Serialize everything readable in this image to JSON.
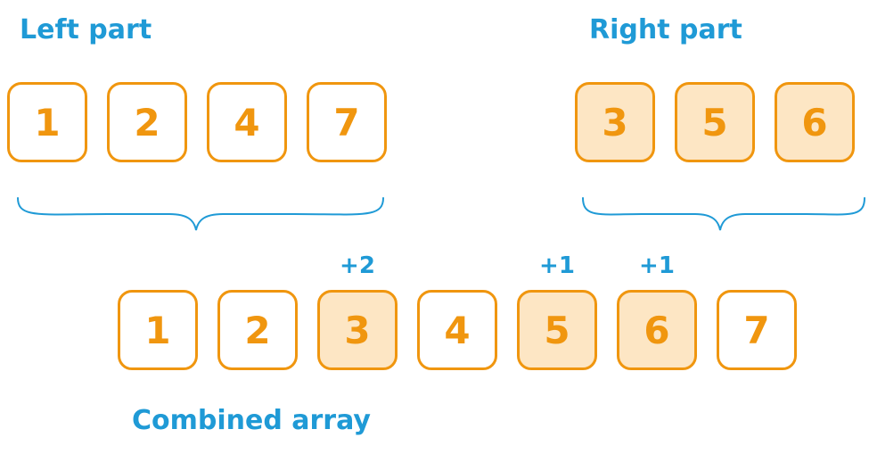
{
  "labels": {
    "left": "Left part",
    "right": "Right part",
    "combined": "Combined array"
  },
  "left_part": [
    "1",
    "2",
    "4",
    "7"
  ],
  "right_part": [
    "3",
    "5",
    "6"
  ],
  "combined": [
    {
      "value": "1",
      "source": "left",
      "badge": ""
    },
    {
      "value": "2",
      "source": "left",
      "badge": ""
    },
    {
      "value": "3",
      "source": "right",
      "badge": "+2"
    },
    {
      "value": "4",
      "source": "left",
      "badge": ""
    },
    {
      "value": "5",
      "source": "right",
      "badge": "+1"
    },
    {
      "value": "6",
      "source": "right",
      "badge": "+1"
    },
    {
      "value": "7",
      "source": "left",
      "badge": ""
    }
  ],
  "colors": {
    "accent_blue": "#1f9ad6",
    "orange": "#f0960f",
    "right_fill": "#fde6c4",
    "left_fill": "#ffffff"
  }
}
